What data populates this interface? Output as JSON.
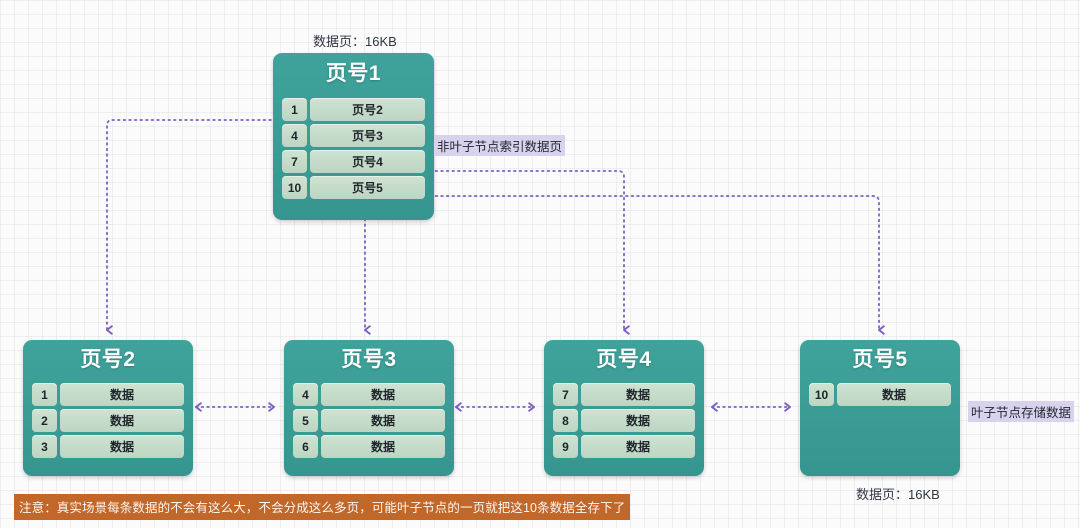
{
  "diagram": {
    "title_top_label": "数据页：16KB",
    "title_bottom_label": "数据页：16KB",
    "annotations": {
      "internal": "非叶子节点索引数据页",
      "leaf": "叶子节点存储数据"
    },
    "warning": "注意：真实场景每条数据的不会有这么大，不会分成这么多页，可能叶子节点的一页就把这10条数据全存下了",
    "colors": {
      "node_fill": "#3fa39b",
      "cell_fill": "#c5dcca",
      "connector": "#7b5fc4",
      "annotation_bg": "#d9d2ec",
      "warning_bg": "#c2672a",
      "canvas_bg": "#fbfbfb"
    },
    "root": {
      "title": "页号1",
      "rows": [
        {
          "key": "1",
          "value": "页号2"
        },
        {
          "key": "4",
          "value": "页号3"
        },
        {
          "key": "7",
          "value": "页号4"
        },
        {
          "key": "10",
          "value": "页号5"
        }
      ]
    },
    "leaves": [
      {
        "title": "页号2",
        "rows": [
          {
            "key": "1",
            "value": "数据"
          },
          {
            "key": "2",
            "value": "数据"
          },
          {
            "key": "3",
            "value": "数据"
          }
        ]
      },
      {
        "title": "页号3",
        "rows": [
          {
            "key": "4",
            "value": "数据"
          },
          {
            "key": "5",
            "value": "数据"
          },
          {
            "key": "6",
            "value": "数据"
          }
        ]
      },
      {
        "title": "页号4",
        "rows": [
          {
            "key": "7",
            "value": "数据"
          },
          {
            "key": "8",
            "value": "数据"
          },
          {
            "key": "9",
            "value": "数据"
          }
        ]
      },
      {
        "title": "页号5",
        "rows": [
          {
            "key": "10",
            "value": "数据"
          }
        ]
      }
    ]
  }
}
